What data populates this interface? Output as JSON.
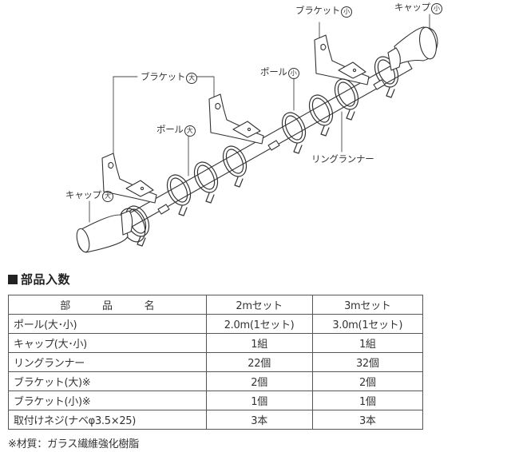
{
  "diagram": {
    "labels": {
      "bracket_small": {
        "text": "ブラケット",
        "size": "小"
      },
      "cap_small": {
        "text": "キャップ",
        "size": "小"
      },
      "bracket_large": {
        "text": "ブラケット",
        "size": "大"
      },
      "pole_small": {
        "text": "ポール",
        "size": "小"
      },
      "pole_large": {
        "text": "ポール",
        "size": "大"
      },
      "ring_runner": {
        "text": "リングランナー"
      },
      "cap_large": {
        "text": "キャップ",
        "size": "大"
      }
    }
  },
  "section": {
    "title": "部品入数"
  },
  "table": {
    "headers": {
      "name_chars": [
        "部",
        "品",
        "名"
      ],
      "set_2m": "2mセット",
      "set_3m": "3mセット"
    },
    "rows": [
      {
        "name": "ポール(大･小)",
        "set_2m": "2.0m(1セット)",
        "set_3m": "3.0m(1セット)"
      },
      {
        "name": "キャップ(大･小)",
        "set_2m": "1組",
        "set_3m": "1組"
      },
      {
        "name": "リングランナー",
        "set_2m": "22個",
        "set_3m": "32個"
      },
      {
        "name": "ブラケット(大)※",
        "set_2m": "2個",
        "set_3m": "2個"
      },
      {
        "name": "ブラケット(小)※",
        "set_2m": "1個",
        "set_3m": "1個"
      },
      {
        "name": "取付けネジ(ナベφ3.5×25)",
        "set_2m": "3本",
        "set_3m": "3本"
      }
    ]
  },
  "note": "※材質：ガラス繊維強化樹脂"
}
